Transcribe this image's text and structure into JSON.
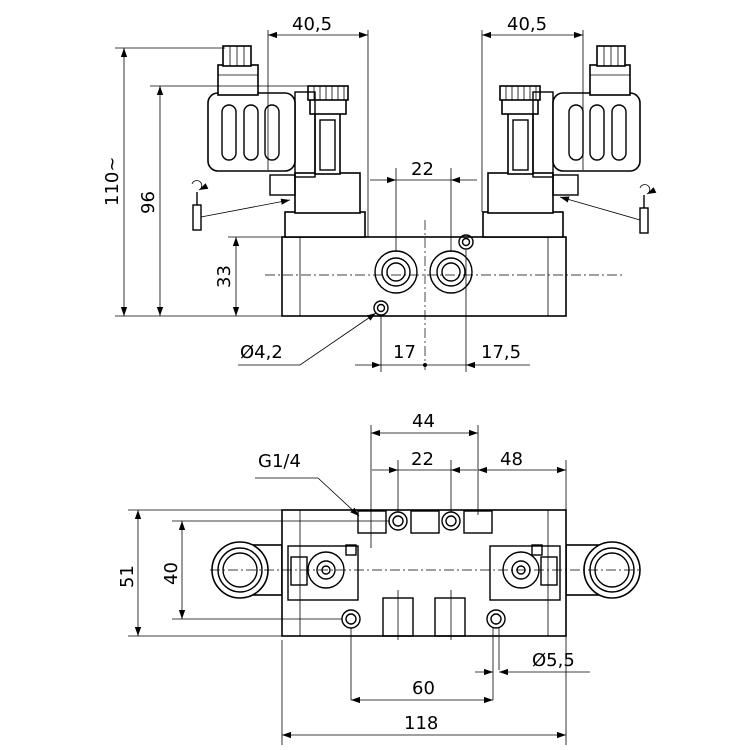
{
  "top_view": {
    "dim_solenoid_left": "40,5",
    "dim_solenoid_right": "40,5",
    "dim_port_spacing": "22",
    "dim_total_height": "110~",
    "dim_height_96": "96",
    "dim_body_height": "33",
    "dim_hole": "Ø4,2",
    "dim_left_offset": "17",
    "dim_right_offset": "17,5"
  },
  "bottom_view": {
    "dim_44": "44",
    "dim_port_spacing": "22",
    "dim_48": "48",
    "thread_label": "G1/4",
    "dim_width_51": "51",
    "dim_width_40": "40",
    "dim_hole": "Ø5,5",
    "dim_mount_spacing": "60",
    "dim_total_length": "118"
  }
}
